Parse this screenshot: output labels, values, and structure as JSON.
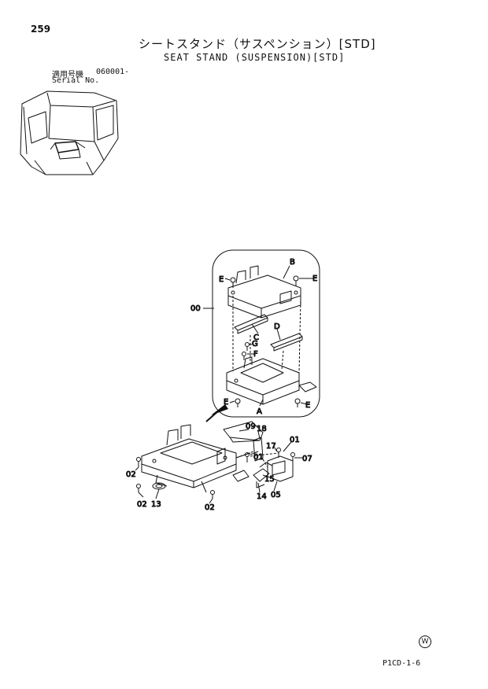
{
  "page": {
    "number": "259",
    "title_jp": "シートスタンド（サスペンション）[STD]",
    "title_en": "SEAT STAND (SUSPENSION)[STD]",
    "serial_label_jp": "適用号機",
    "serial_label_en": "Serial No.",
    "serial_value": "060001-",
    "code": "P1CD-1-6",
    "mark": "W"
  },
  "callouts": {
    "A": "A",
    "B": "B",
    "C": "C",
    "D": "D",
    "E": "E",
    "F": "F",
    "G": "G",
    "n00": "00",
    "n01": "01",
    "n02": "02",
    "n05": "05",
    "n07": "07",
    "n09": "09",
    "n13": "13",
    "n14": "14",
    "n15": "15",
    "n17": "17",
    "n18": "18"
  },
  "colors": {
    "ink": "#111111",
    "paper": "#ffffff"
  }
}
